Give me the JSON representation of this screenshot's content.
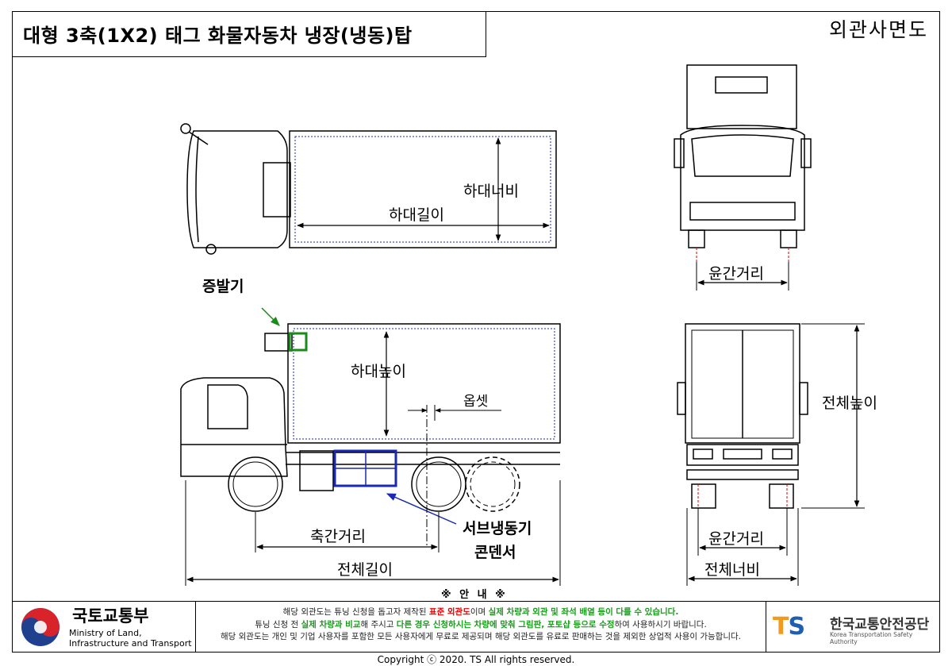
{
  "title": "대형 3축(1X2) 태그 화물자동차 냉장(냉동)탑",
  "view_label": "외관사면도",
  "labels": {
    "cargo_width": "하대너비",
    "cargo_length": "하대길이",
    "evaporator": "증발기",
    "cargo_height": "하대높이",
    "offset": "옵셋",
    "sub_condenser_1": "서브냉동기",
    "sub_condenser_2": "콘덴서",
    "wheelbase": "축간거리",
    "overall_length": "전체길이",
    "track_front": "윤간거리",
    "track_rear": "윤간거리",
    "overall_height": "전체높이",
    "overall_width": "전체너비"
  },
  "guide": "※ 안 내 ※",
  "footer": {
    "ministry_ko": "국토교통부",
    "ministry_en_1": "Ministry of Land,",
    "ministry_en_2": "Infrastructure and Transport",
    "notice_1a": "해당 외관도는 튜닝 신청을 돕고자 제작된 ",
    "notice_1b": "표준 외관도",
    "notice_1c": "이며 ",
    "notice_1d": "실제 차량과 외관 및 좌석 배열 등이 다를 수 있습니다.",
    "notice_2a": "튜닝 신청 전 ",
    "notice_2b": "실제 차량과 비교",
    "notice_2c": "해 주시고 ",
    "notice_2d": "다른 경우 신청하시는 차량에 맞춰 그림판, 포토샵 등으로 수정",
    "notice_2e": "하여 사용하시기 바랍니다.",
    "notice_3": "해당 외관도는 개인 및 기업 사용자를 포함한 모든 사용자에게 무료로 제공되며 해당 외관도를 유료로 판매하는 것을 제외한 상업적 사용이 가능합니다.",
    "ts_logo_t": "T",
    "ts_logo_s": "S",
    "ts_ko": "한국교통안전공단",
    "ts_en": "Korea Transportation Safety Authority"
  },
  "copyright": "Copyright ⓒ 2020. TS All rights reserved."
}
